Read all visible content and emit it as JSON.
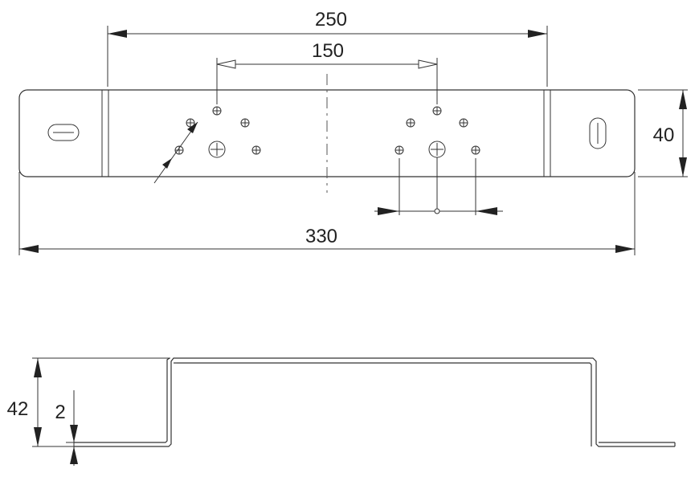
{
  "dimensions": {
    "overall_hole_span": "250",
    "center_hole_span": "150",
    "plate_height": "40",
    "plate_length": "330",
    "bend_height": "42",
    "material_thickness": "2"
  }
}
